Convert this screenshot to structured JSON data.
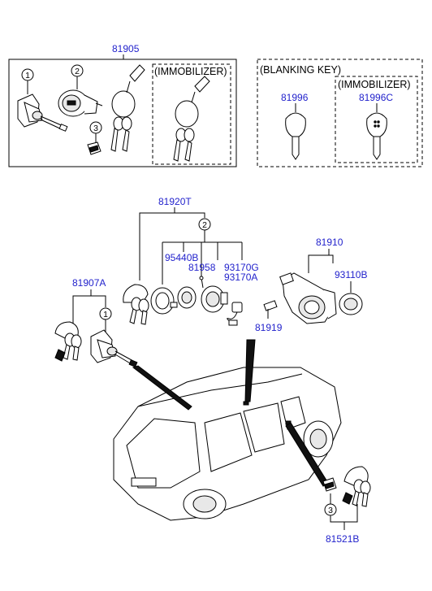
{
  "labels": {
    "set_top": "81905",
    "immobilizer_top": "(IMMOBILIZER)",
    "blanking_key": "(BLANKING KEY)",
    "immobilizer_right": "(IMMOBILIZER)",
    "p81996": "81996",
    "p81996c": "81996C",
    "p81920t": "81920T",
    "p95440b": "95440B",
    "p81958": "81958",
    "p93170g": "93170G",
    "p93170a": "93170A",
    "p81910": "81910",
    "p93110b": "93110B",
    "p81907a": "81907A",
    "p81919": "81919",
    "p81521b": "81521B"
  },
  "callouts": {
    "c1_top": "1",
    "c2_top": "2",
    "c3_top": "3",
    "c2_mid": "2",
    "c1_mid": "1",
    "c3_bot": "3"
  },
  "colors": {
    "part_number": "#2222cc",
    "line": "#000000"
  }
}
